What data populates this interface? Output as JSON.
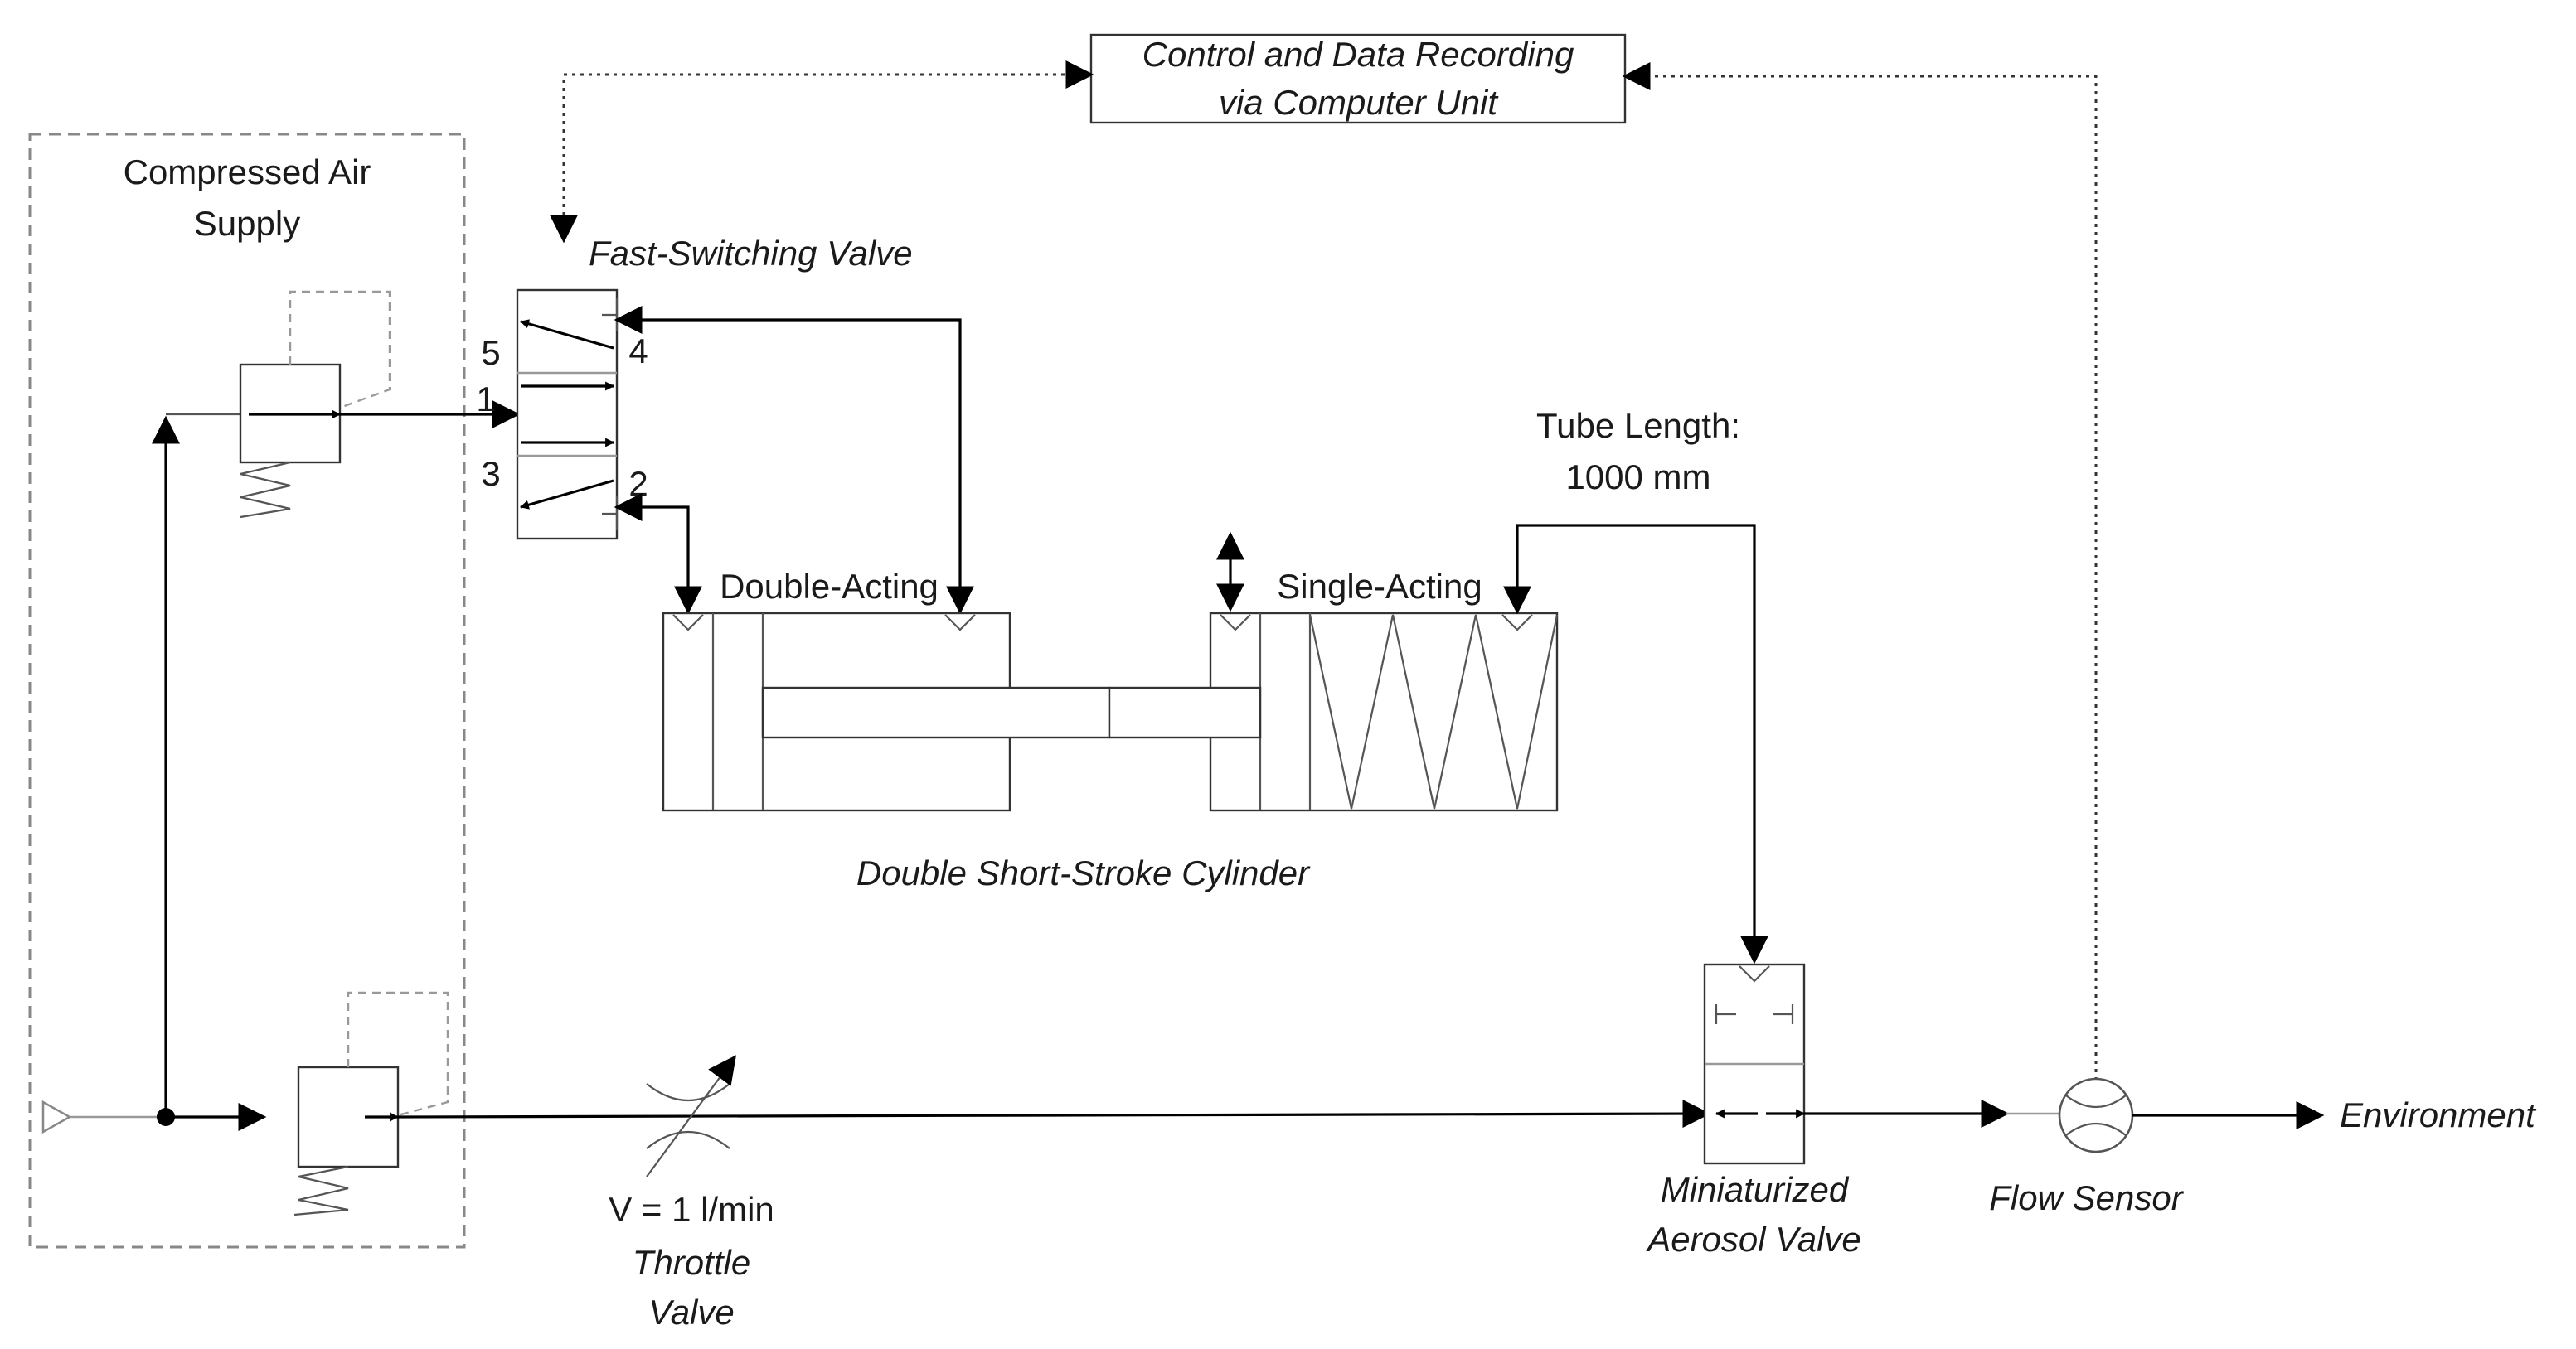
{
  "labels": {
    "control_line1": "Control and Data Recording",
    "control_line2": "via Computer Unit",
    "supply_line1": "Compressed Air",
    "supply_line2": "Supply",
    "fast_valve": "Fast-Switching Valve",
    "port5": "5",
    "port4": "4",
    "port1": "1",
    "port3": "3",
    "port2": "2",
    "tube_line1": "Tube Length:",
    "tube_line2": "1000 mm",
    "double_acting": "Double-Acting",
    "single_acting": "Single-Acting",
    "cylinder": "Double Short-Stroke Cylinder",
    "flow_rate": "V = 1 l/min",
    "throttle_line1": "Throttle",
    "throttle_line2": "Valve",
    "aerosol_line1": "Miniaturized",
    "aerosol_line2": "Aerosol Valve",
    "flow_sensor": "Flow Sensor",
    "environment": "Environment"
  }
}
